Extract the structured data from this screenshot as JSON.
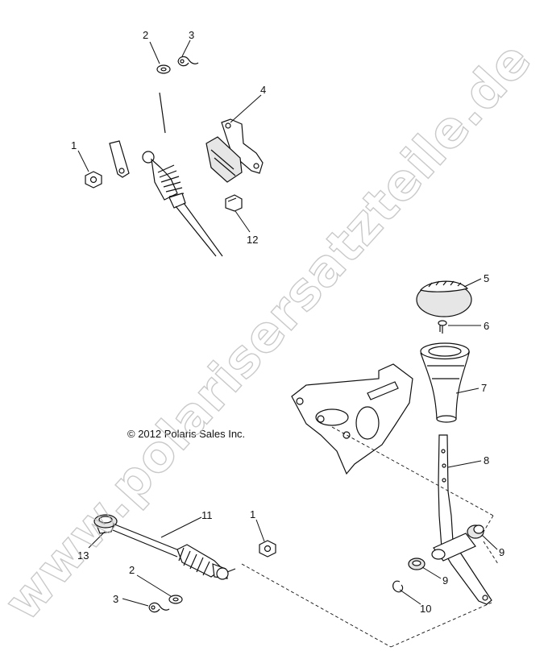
{
  "copyright": "© 2012 Polaris Sales Inc.",
  "watermark": "www.polarisersatzteile.de",
  "callouts": {
    "c1a": "1",
    "c2a": "2",
    "c3a": "3",
    "c4": "4",
    "c12": "12",
    "c5": "5",
    "c6": "6",
    "c7": "7",
    "c8": "8",
    "c9a": "9",
    "c9b": "9",
    "c10": "10",
    "c11": "11",
    "c13": "13",
    "c1b": "1",
    "c2b": "2",
    "c3b": "3"
  }
}
